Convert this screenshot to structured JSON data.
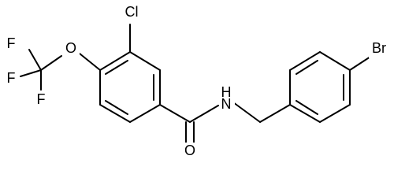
{
  "atoms": {
    "f1": "F",
    "f2": "F",
    "f3": "F",
    "o_ether": "O",
    "cl": "Cl",
    "o_carbonyl": "O",
    "nh": "H",
    "n": "N",
    "br": "Br"
  },
  "colors": {
    "bond": "#000000",
    "label": "#000000",
    "background": "#ffffff"
  }
}
